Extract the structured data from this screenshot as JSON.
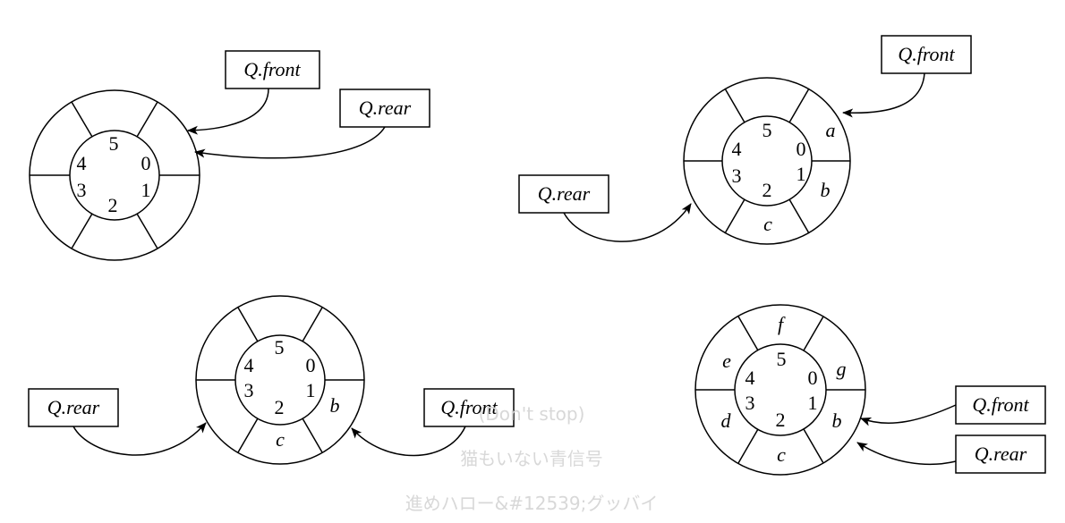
{
  "queues": [
    {
      "indices": [
        "0",
        "1",
        "2",
        "3",
        "4",
        "5"
      ],
      "contents": [
        "",
        "",
        "",
        "",
        "",
        ""
      ],
      "labels": [
        {
          "text": "Q.front",
          "points_to": "index-5-boundary"
        },
        {
          "text": "Q.rear",
          "points_to": "index-0-boundary"
        }
      ]
    },
    {
      "indices": [
        "0",
        "1",
        "2",
        "3",
        "4",
        "5"
      ],
      "contents": [
        "a",
        "b",
        "c",
        "",
        "",
        ""
      ],
      "labels": [
        {
          "text": "Q.front",
          "points_to": "slot-a"
        },
        {
          "text": "Q.rear",
          "points_to": "slot-after-c"
        }
      ]
    },
    {
      "indices": [
        "0",
        "1",
        "2",
        "3",
        "4",
        "5"
      ],
      "contents": [
        "",
        "b",
        "c",
        "",
        "",
        ""
      ],
      "labels": [
        {
          "text": "Q.rear",
          "points_to": "slot-after-c"
        },
        {
          "text": "Q.front",
          "points_to": "slot-b"
        }
      ]
    },
    {
      "indices": [
        "0",
        "1",
        "2",
        "3",
        "4",
        "5"
      ],
      "contents": [
        "g",
        "b",
        "c",
        "d",
        "e",
        "f"
      ],
      "labels": [
        {
          "text": "Q.front",
          "points_to": "slot-b"
        },
        {
          "text": "Q.rear",
          "points_to": "slot-b"
        }
      ]
    }
  ],
  "watermark": {
    "line1": "(Don't stop)",
    "line2": "猫もいない青信号",
    "line3": "進めハロー&#12539;グッバイ"
  }
}
